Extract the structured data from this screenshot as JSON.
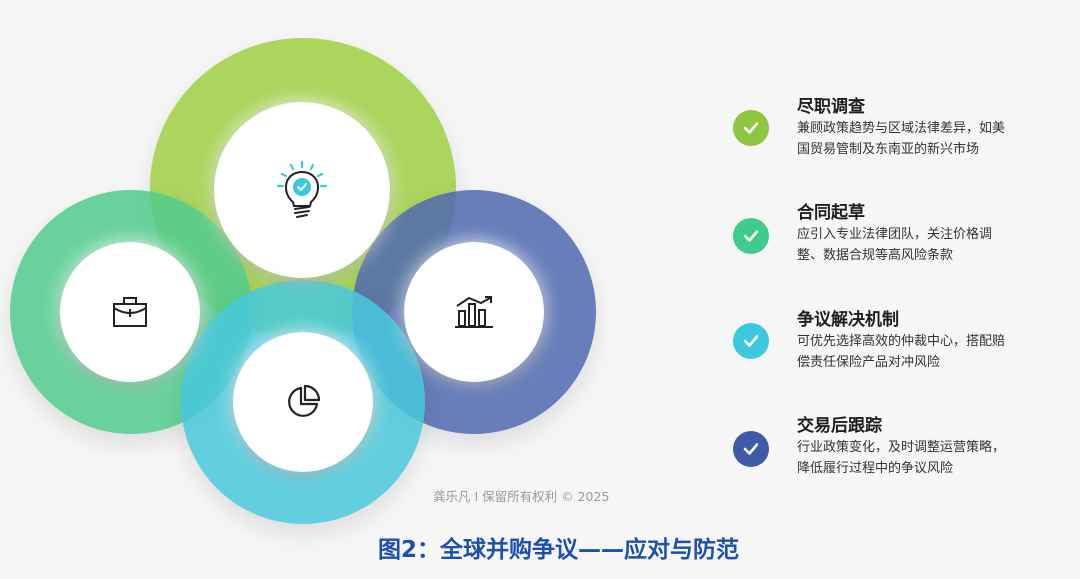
{
  "diagram": {
    "circles": [
      {
        "id": "top",
        "icon": "lightbulb-check-icon",
        "ring_color": "#a6d354"
      },
      {
        "id": "left",
        "icon": "briefcase-icon",
        "ring_color": "#55cc92"
      },
      {
        "id": "bottom",
        "icon": "pie-chart-icon",
        "ring_color": "#4fcadc"
      },
      {
        "id": "right",
        "icon": "bar-chart-growth-icon",
        "ring_color": "#5670b4"
      }
    ],
    "accent_cyan": "#3cc6e0"
  },
  "items": [
    {
      "title": "尽职调查",
      "desc": "兼顾政策趋势与区域法律差异，如美国贸易管制及东南亚的新兴市场",
      "check_color": "#8dc63f",
      "icon": "check-icon"
    },
    {
      "title": "合同起草",
      "desc": "应引入专业法律团队，关注价格调整、数据合规等高风险条款",
      "check_color": "#3dcc8a",
      "icon": "check-icon"
    },
    {
      "title": "争议解决机制",
      "desc": "可优先选择高效的仲裁中心，搭配赔偿责任保险产品对冲风险",
      "check_color": "#3cc8de",
      "icon": "check-icon"
    },
    {
      "title": "交易后跟踪",
      "desc": "行业政策变化，及时调整运营策略，降低履行过程中的争议风险",
      "check_color": "#3f5ba8",
      "icon": "check-icon"
    }
  ],
  "copyright": "龚乐凡 I 保留所有权利 © 2025",
  "caption": "图2：全球并购争议——应对与防范"
}
